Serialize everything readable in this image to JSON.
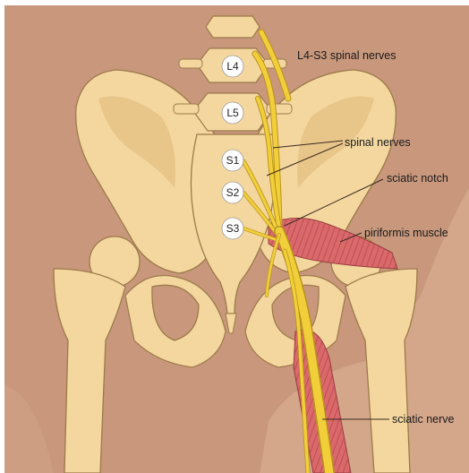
{
  "vertebrae": [
    "L4",
    "L5",
    "S1",
    "S2",
    "S3"
  ],
  "labels": {
    "title": "L4-S3 spinal nerves",
    "spinal_nerves": "spinal nerves",
    "sciatic_notch": "sciatic notch",
    "piriformis": "piriformis muscle",
    "sciatic_nerve": "sciatic nerve"
  },
  "colors": {
    "background": "#c8977c",
    "skin": "#d8ab8f",
    "bone": "#f4d79f",
    "bone_shadow": "#e3bd80",
    "bone_outline": "#9c7a48",
    "nerve": "#f2cf3a",
    "nerve_outline": "#b8941c",
    "muscle": "#d9696b",
    "muscle_stripe": "#b8474c",
    "pointer": "#3a2a20"
  }
}
